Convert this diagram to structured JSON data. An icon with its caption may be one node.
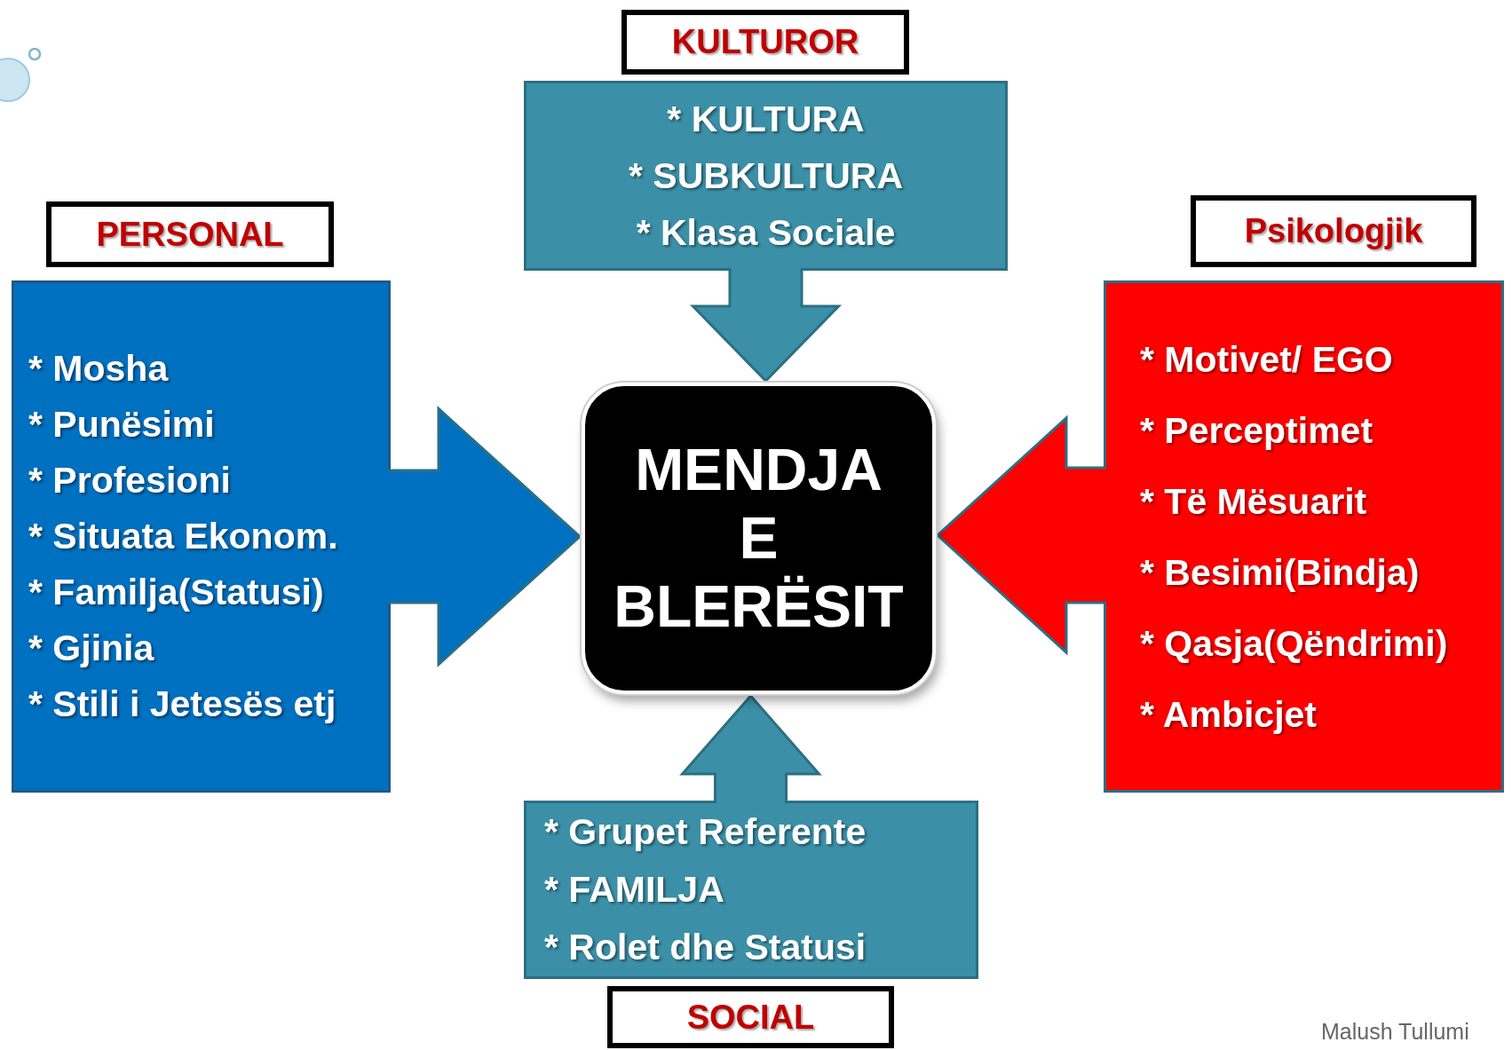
{
  "diagram": {
    "nodes": [
      {
        "text": [
          "KULTUROR"
        ]
      },
      {
        "text": [
          "* KULTURA",
          "* SUBKULTURA",
          "* Klasa Sociale"
        ]
      },
      {
        "text": [
          "PERSONAL"
        ]
      },
      {
        "text": [
          "Psikologjik"
        ]
      },
      {
        "text": [
          "* Mosha",
          "* Punësimi",
          "* Profesioni",
          "* Situata Ekonom.",
          "* Familja(Statusi)",
          "* Gjinia",
          "* Stili i Jetesës etj"
        ]
      },
      {
        "text": [
          "MENDJA",
          "E",
          "BLERËSIT"
        ]
      },
      {
        "text": [
          "* Motivet/ EGO",
          "* Perceptimet",
          "* Të Mësuarit",
          "* Besimi(Bindja)",
          "* Qasja(Qëndrimi)",
          "* Ambicjet"
        ]
      },
      {
        "text": [
          "* Grupet Referente",
          "* FAMILJA",
          "* Rolet dhe Statusi"
        ]
      },
      {
        "text": [
          "SOCIAL"
        ]
      }
    ],
    "edges": [
      {
        "from": 1,
        "to": 5,
        "arrow": "to"
      },
      {
        "from": 4,
        "to": 5,
        "arrow": "to",
        "color": "#0070c0"
      },
      {
        "from": 6,
        "to": 5,
        "arrow": "to",
        "color": "#ff0000"
      },
      {
        "from": 7,
        "to": 5,
        "arrow": "to"
      }
    ],
    "labels": [
      "Malush Tullumi"
    ]
  }
}
